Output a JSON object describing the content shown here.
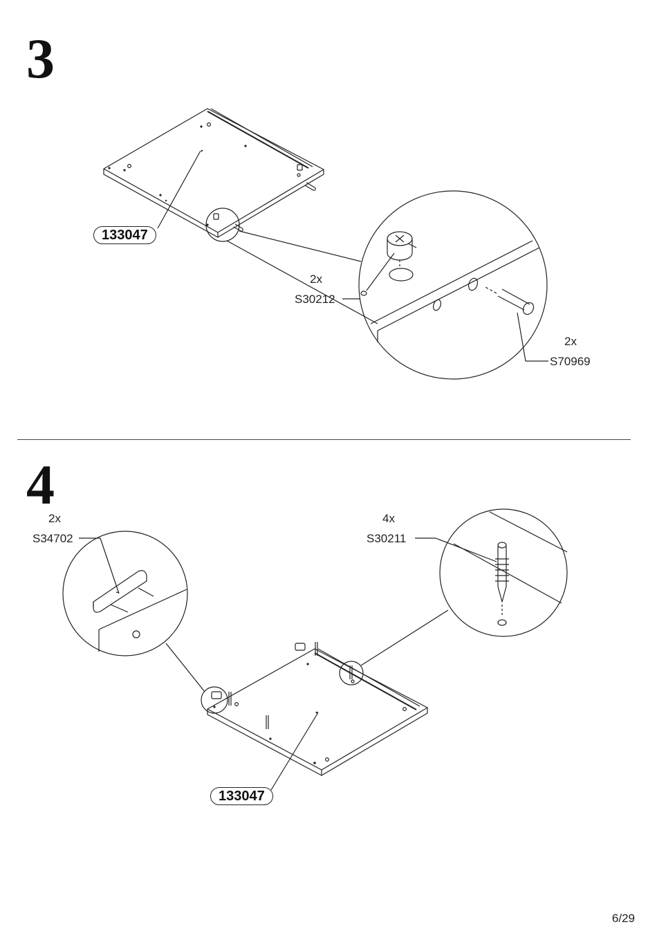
{
  "steps": [
    {
      "number": "3",
      "part_id": "133047",
      "callouts": [
        {
          "qty": "2x",
          "code": "S30212"
        },
        {
          "qty": "2x",
          "code": "S70969"
        }
      ]
    },
    {
      "number": "4",
      "part_id": "133047",
      "callouts": [
        {
          "qty": "2x",
          "code": "S34702"
        },
        {
          "qty": "4x",
          "code": "S30211"
        }
      ]
    }
  ],
  "page": "6/29"
}
